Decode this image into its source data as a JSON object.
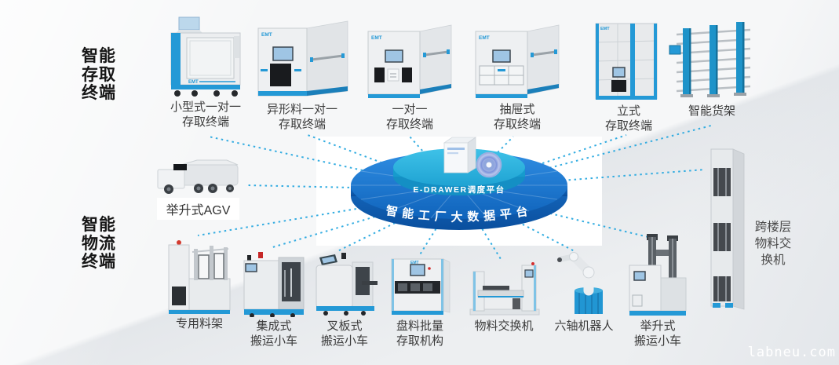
{
  "watermark": "labneu.com",
  "brand": "EMT",
  "sections": {
    "storage_title": "智能\n存取\n终端",
    "logistics_title": "智能\n物流\n终端"
  },
  "platform": {
    "scheduler_label": "E-DRAWER调度平台",
    "bigdata_label": "智能工厂大数据平台"
  },
  "machines": {
    "top": [
      {
        "label": "小型式一对一\n存取终端"
      },
      {
        "label": "异形料一对一\n存取终端"
      },
      {
        "label": "一对一\n存取终端"
      },
      {
        "label": "抽屉式\n存取终端"
      },
      {
        "label": "立式\n存取终端"
      },
      {
        "label": "智能货架"
      }
    ],
    "agv": {
      "label": "举升式AGV"
    },
    "tower": {
      "label": "跨楼层\n物料交\n换机"
    },
    "bottom": [
      {
        "label": "专用料架"
      },
      {
        "label": "集成式\n搬运小车"
      },
      {
        "label": "叉板式\n搬运小车"
      },
      {
        "label": "盘料批量\n存取机构"
      },
      {
        "label": "物料交换机"
      },
      {
        "label": "六轴机器人"
      },
      {
        "label": "举升式\n搬运小车"
      }
    ]
  },
  "colors": {
    "accent_blue": "#2499d6",
    "line_cyan": "#2aa9e0",
    "platform_blue": "#1170cc",
    "platform_cyan": "#2fb4de",
    "label_text": "#3b3b3b"
  }
}
